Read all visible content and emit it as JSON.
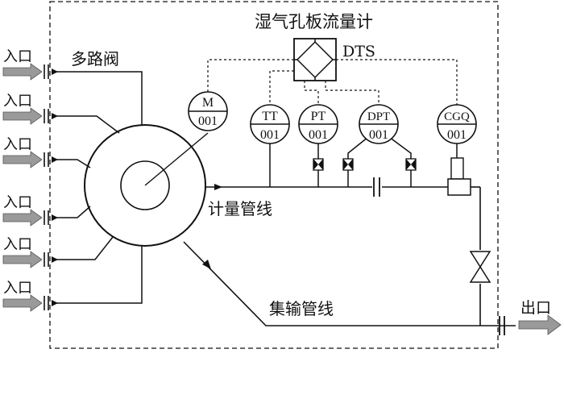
{
  "title": "湿气孔板流量计",
  "dts_label": "DTS",
  "valve_label": "多路阀",
  "metering_line_label": "计量管线",
  "gathering_line_label": "集输管线",
  "outlet_label": "出口",
  "inlets": [
    "入口",
    "入口",
    "入口",
    "入口",
    "入口",
    "入口"
  ],
  "instruments": [
    {
      "tag": "M",
      "number": "001"
    },
    {
      "tag": "TT",
      "number": "001"
    },
    {
      "tag": "PT",
      "number": "001"
    },
    {
      "tag": "DPT",
      "number": "001"
    },
    {
      "tag": "CGQ",
      "number": "001"
    }
  ],
  "colors": {
    "line": "#111111",
    "arrow_fill": "#9a9a9a"
  }
}
